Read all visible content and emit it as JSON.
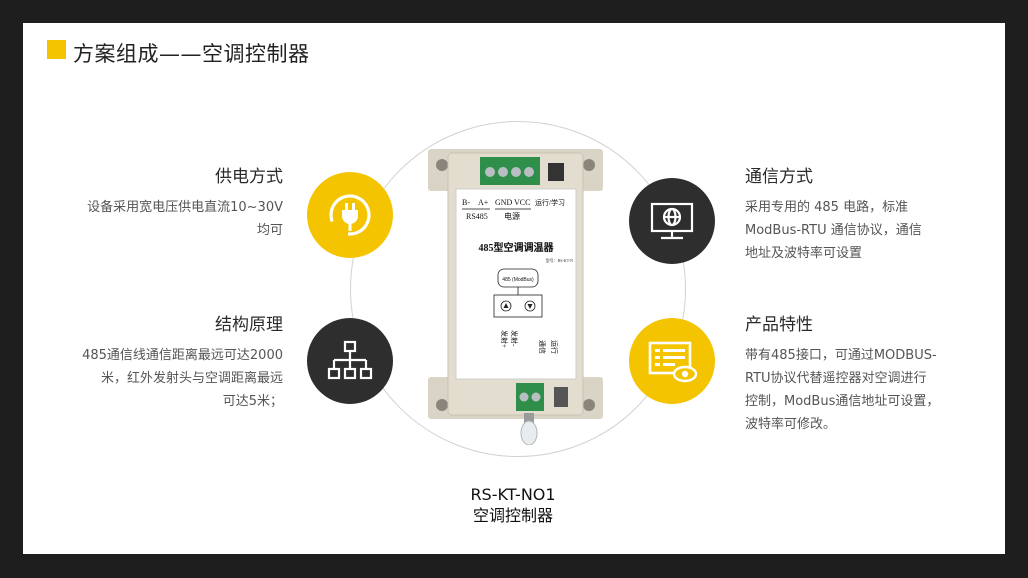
{
  "header": {
    "title": "方案组成——空调控制器"
  },
  "features": {
    "power": {
      "title": "供电方式",
      "lines": [
        "设备采用宽电压供电直流10~30V",
        "均可"
      ],
      "icon": "plug-icon"
    },
    "structure": {
      "title": "结构原理",
      "lines": [
        "485通信线通信距离最远可达2000",
        "米，红外发射头与空调距离最远",
        "可达5米；"
      ],
      "icon": "network-tree-icon"
    },
    "comm": {
      "title": "通信方式",
      "lines": [
        "采用专用的 485 电路，标准",
        "ModBus-RTU 通信协议，通信",
        "地址及波特率可设置"
      ],
      "icon": "monitor-globe-icon"
    },
    "product": {
      "title": "产品特性",
      "lines": [
        "带有485接口，可通过MODBUS-",
        "RTU协议代替遥控器对空调进行",
        "控制，ModBus通信地址可设置，",
        "波特率可修改。"
      ],
      "icon": "panel-eye-icon"
    }
  },
  "device": {
    "terminal_labels": [
      "B-",
      "A+",
      "GND",
      "VCC",
      "运行/学习"
    ],
    "bus_label": "RS485",
    "power_label": "电源",
    "product_name": "485型空调调温器",
    "model_small": "型号：RS-KT-N",
    "mode_label": "485 (ModBus)",
    "side_labels": [
      "发射+",
      "发射-",
      "通信",
      "运行"
    ]
  },
  "caption": {
    "model": "RS-KT-NO1",
    "name": "空调控制器"
  },
  "colors": {
    "accent": "#f5c400",
    "dark": "#2e2e2e"
  }
}
